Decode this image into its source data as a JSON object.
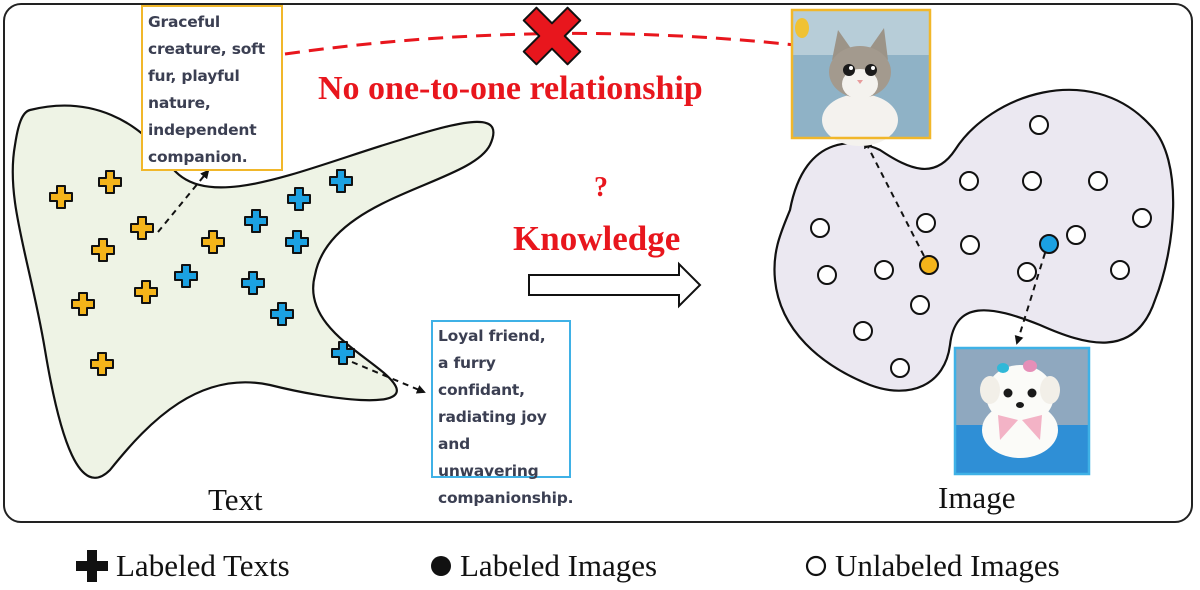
{
  "text_descriptions": {
    "cat": "Graceful\ncreature, soft\nfur, playful\nnature,\nindependent\ncompanion.",
    "dog": "Loyal friend,\na furry\nconfidant,\nradiating joy\nand unwavering\ncompanionship."
  },
  "labels": {
    "no_relationship": "No one-to-one relationship",
    "question_mark": "?",
    "knowledge": "Knowledge",
    "text_region": "Text",
    "image_region": "Image"
  },
  "legend": {
    "labeled_texts": "Labeled Texts",
    "labeled_images": "Labeled Images",
    "unlabeled_images": "Unlabeled Images"
  },
  "colors": {
    "class_a": "#f4b41a",
    "class_b": "#1ba1e2",
    "mismatch": "#e8161d",
    "text_space_fill": "#eef3e5",
    "image_space_fill": "#ebe8f1",
    "cat_frame": "#f1b72a",
    "dog_frame": "#3fb1e6"
  },
  "icons": {
    "labeled_text_marker": "plus-icon",
    "labeled_image_marker": "filled-circle-icon",
    "unlabeled_image_marker": "hollow-circle-icon",
    "mismatch_marker": "red-x-icon"
  }
}
